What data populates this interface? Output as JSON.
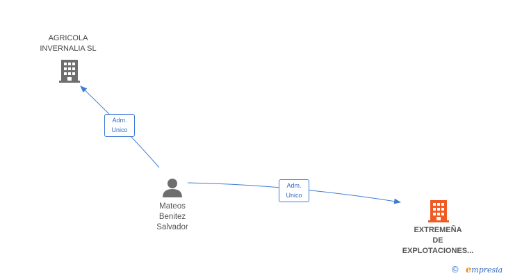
{
  "nodes": {
    "company_top": {
      "lines": [
        "AGRICOLA",
        "INVERNALIA SL"
      ],
      "icon": "building-icon",
      "color": "#6e6e6e"
    },
    "person": {
      "lines": [
        "Mateos",
        "Benitez",
        "Salvador"
      ],
      "icon": "person-icon",
      "color": "#6e6e6e"
    },
    "company_main": {
      "lines": [
        "EXTREMEÑA",
        "DE",
        "EXPLOTACIONES..."
      ],
      "icon": "building-icon",
      "color": "#f15a24"
    }
  },
  "edges": [
    {
      "from": "person",
      "to": "company_top",
      "label": [
        "Adm.",
        "Unico"
      ]
    },
    {
      "from": "person",
      "to": "company_main",
      "label": [
        "Adm.",
        "Unico"
      ]
    }
  ],
  "colors": {
    "edge": "#3c7bd6",
    "accent": "#f15a24"
  },
  "watermark": {
    "symbol": "©",
    "brand_initial": "e",
    "brand_rest": "mpresia"
  }
}
